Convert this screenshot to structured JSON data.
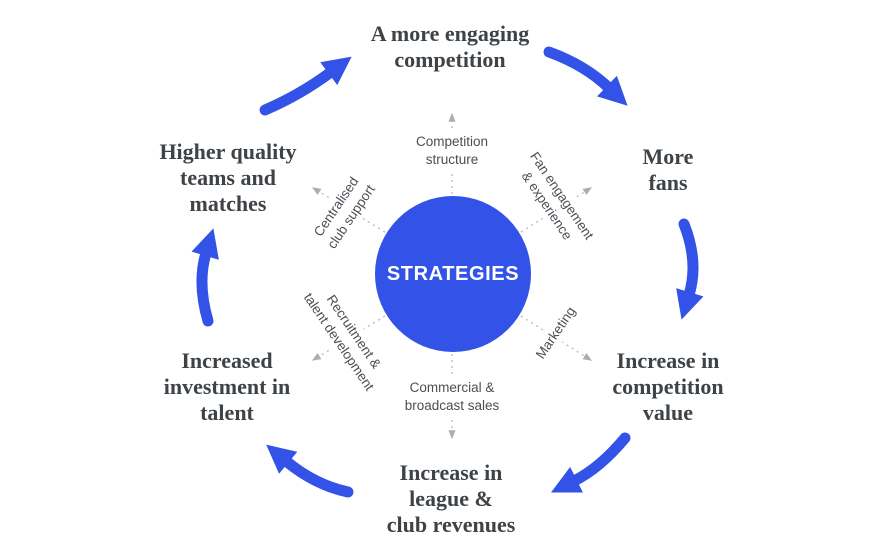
{
  "diagram": {
    "center": {
      "label": "STRATEGIES"
    },
    "colors": {
      "hub_blue": "#3352E8",
      "cycle_arrow_blue": "#3352E8",
      "dashed_line_gray": "#BDC2C8",
      "dashed_arrowhead_gray": "#A8AEB6",
      "outcome_text": "#3E4348",
      "strategy_text": "#4A4F55",
      "background": "#FFFFFF"
    },
    "strategies": [
      {
        "id": "competition-structure",
        "text": "Competition structure",
        "lines": [
          "Competition",
          "structure"
        ]
      },
      {
        "id": "fan-engagement-experience",
        "text": "Fan engagement & experience",
        "lines": [
          "Fan engagement",
          "& experience"
        ]
      },
      {
        "id": "marketing",
        "text": "Marketing",
        "lines": [
          "Marketing"
        ]
      },
      {
        "id": "commercial-broadcast-sales",
        "text": "Commercial & broadcast sales",
        "lines": [
          "Commercial &",
          "broadcast sales"
        ]
      },
      {
        "id": "recruitment-talent-development",
        "text": "Recruitment & talent development",
        "lines": [
          "Recruitment &",
          "talent development"
        ]
      },
      {
        "id": "centralised-club-support",
        "text": "Centralised club support",
        "lines": [
          "Centralised",
          "club support"
        ]
      }
    ],
    "outcomes": [
      {
        "id": "engaging-competition",
        "text": "A more engaging competition",
        "lines": [
          "A more engaging",
          "competition"
        ]
      },
      {
        "id": "more-fans",
        "text": "More fans",
        "lines": [
          "More",
          "fans"
        ]
      },
      {
        "id": "competition-value",
        "text": "Increase in competition value",
        "lines": [
          "Increase in",
          "competition",
          "value"
        ]
      },
      {
        "id": "league-club-revenues",
        "text": "Increase in league & club revenues",
        "lines": [
          "Increase in",
          "league &",
          "club revenues"
        ]
      },
      {
        "id": "investment-talent",
        "text": "Increased investment in talent",
        "lines": [
          "Increased",
          "investment in",
          "talent"
        ]
      },
      {
        "id": "quality-teams-matches",
        "text": "Higher quality teams and matches",
        "lines": [
          "Higher quality",
          "teams and",
          "matches"
        ]
      }
    ]
  }
}
